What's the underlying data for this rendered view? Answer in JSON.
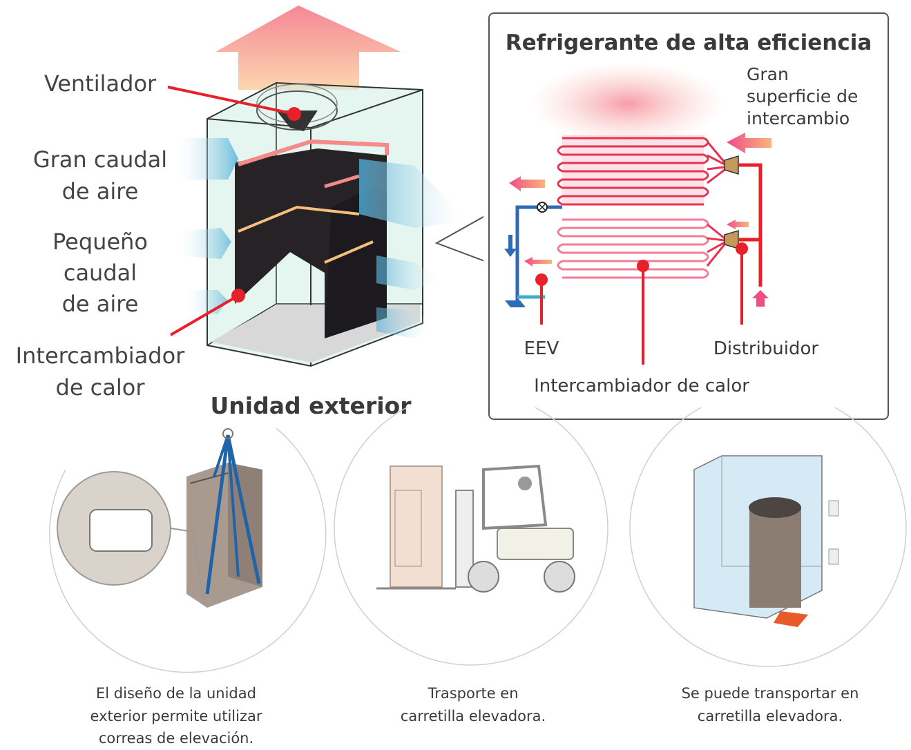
{
  "outdoor_unit": {
    "title": "Unidad exterior",
    "labels": {
      "fan": "Ventilador",
      "large_airflow": "Gran caudal\nde aire",
      "small_airflow": "Pequeño\ncaudal\nde aire",
      "heat_exchanger": "Intercambiador\nde calor"
    }
  },
  "refrigerant_panel": {
    "title": "Refrigerante de alta eficiencia",
    "large_surface": "Gran\nsuperficie de\nintercambio",
    "eev": "EEV",
    "distributor": "Distribuidor",
    "heat_exchanger": "Intercambiador de calor"
  },
  "features": [
    {
      "caption": "El diseño de la unidad\nexterior permite utilizar\ncorreas de elevación."
    },
    {
      "caption": "Trasporte en\ncarretilla elevadora."
    },
    {
      "caption": "Se puede transportar en\ncarretilla elevadora."
    }
  ],
  "colors": {
    "accent_red": "#e8202a",
    "air_blue": "#5bb3d6",
    "coil_pink": "#f0547a"
  }
}
